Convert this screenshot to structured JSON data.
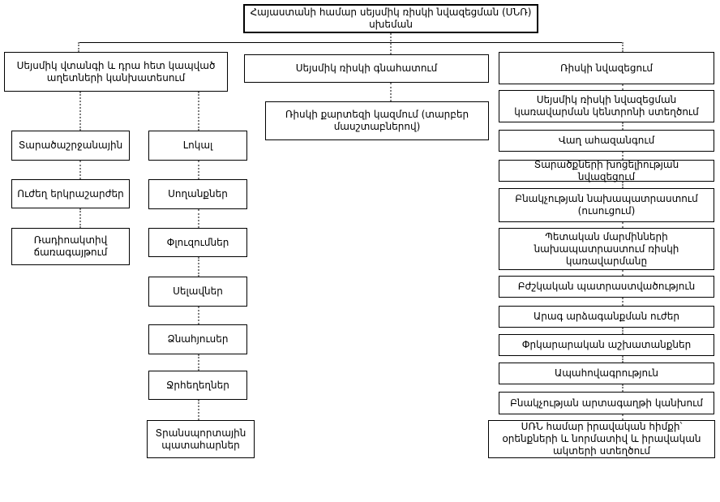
{
  "diagram": {
    "title": "Հայաստանի համար սեյսմիկ ռիսկի նվազեցման (ՍՆՌ) սխեման",
    "forecast": {
      "header": "Սեյսմիկ վտանգի և դրա հետ կապված աղետների կանխատեսում",
      "regional": [
        "Տարածաշրջանային",
        "Ուժեղ երկրաշարժեր",
        "Ռադիոակտիվ ճառագայթում"
      ],
      "local": [
        "Լոկալ",
        "Սողանքներ",
        "Փլուզումներ",
        "Սելավներ",
        "Ձնահյուսեր",
        "Ջրհեղեղներ",
        "Տրանսպորտային պատահարներ"
      ]
    },
    "assessment": {
      "header": "Սեյսմիկ ռիսկի գնահատում",
      "items": [
        "Ռիսկի քարտեզի կազմում (տարբեր մասշտաբներով)"
      ]
    },
    "reduction": {
      "header": "Ռիսկի նվազեցում",
      "items": [
        "Սեյսմիկ ռիսկի նվազեցման կառավարման կենտրոնի ստեղծում",
        "Վաղ ահազանգում",
        "Տարածքների խոցելիության նվազեցում",
        "Բնակչության նախապատրաստում (ուսուցում)",
        "Պետական մարմինների նախապատրաստում ռիսկի կառավարմանը",
        "Բժշկական պատրաստվածություն",
        "Արագ արձագանքման ուժեր",
        "Փրկարարական աշխատանքներ",
        "Ապահովագրություն",
        "Բնակչության արտագաղթի կանխում",
        "ՍՌՆ համար իրավական հիմքի՝ օրենքների և նորմատիվ և իրավական ակտերի ստեղծում"
      ]
    }
  }
}
